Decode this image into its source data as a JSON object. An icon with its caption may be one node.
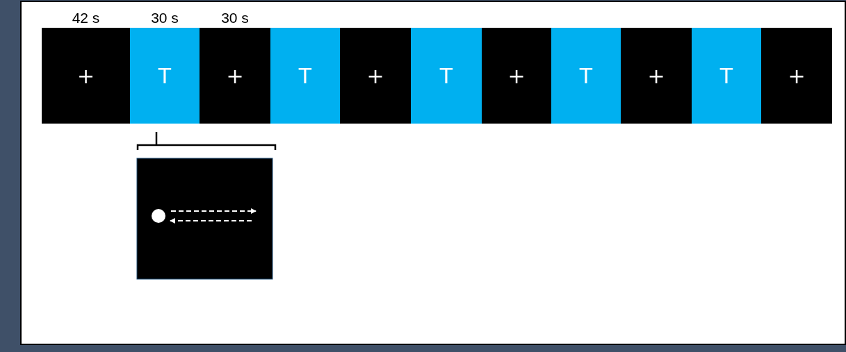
{
  "diagram": {
    "nodes": [
      {
        "text": [
          "+"
        ],
        "beside": [
          "42 s"
        ]
      },
      {
        "text": [
          "T"
        ],
        "beside": [
          "30 s"
        ]
      },
      {
        "text": [
          "+"
        ],
        "beside": [
          "30 s"
        ]
      },
      {
        "text": [
          "T"
        ]
      },
      {
        "text": [
          "+"
        ]
      },
      {
        "text": [
          "T"
        ]
      },
      {
        "text": [
          "+"
        ]
      },
      {
        "text": [
          "T"
        ]
      },
      {
        "text": [
          "+"
        ]
      },
      {
        "text": [
          "T"
        ]
      },
      {
        "text": [
          "+"
        ]
      }
    ]
  }
}
